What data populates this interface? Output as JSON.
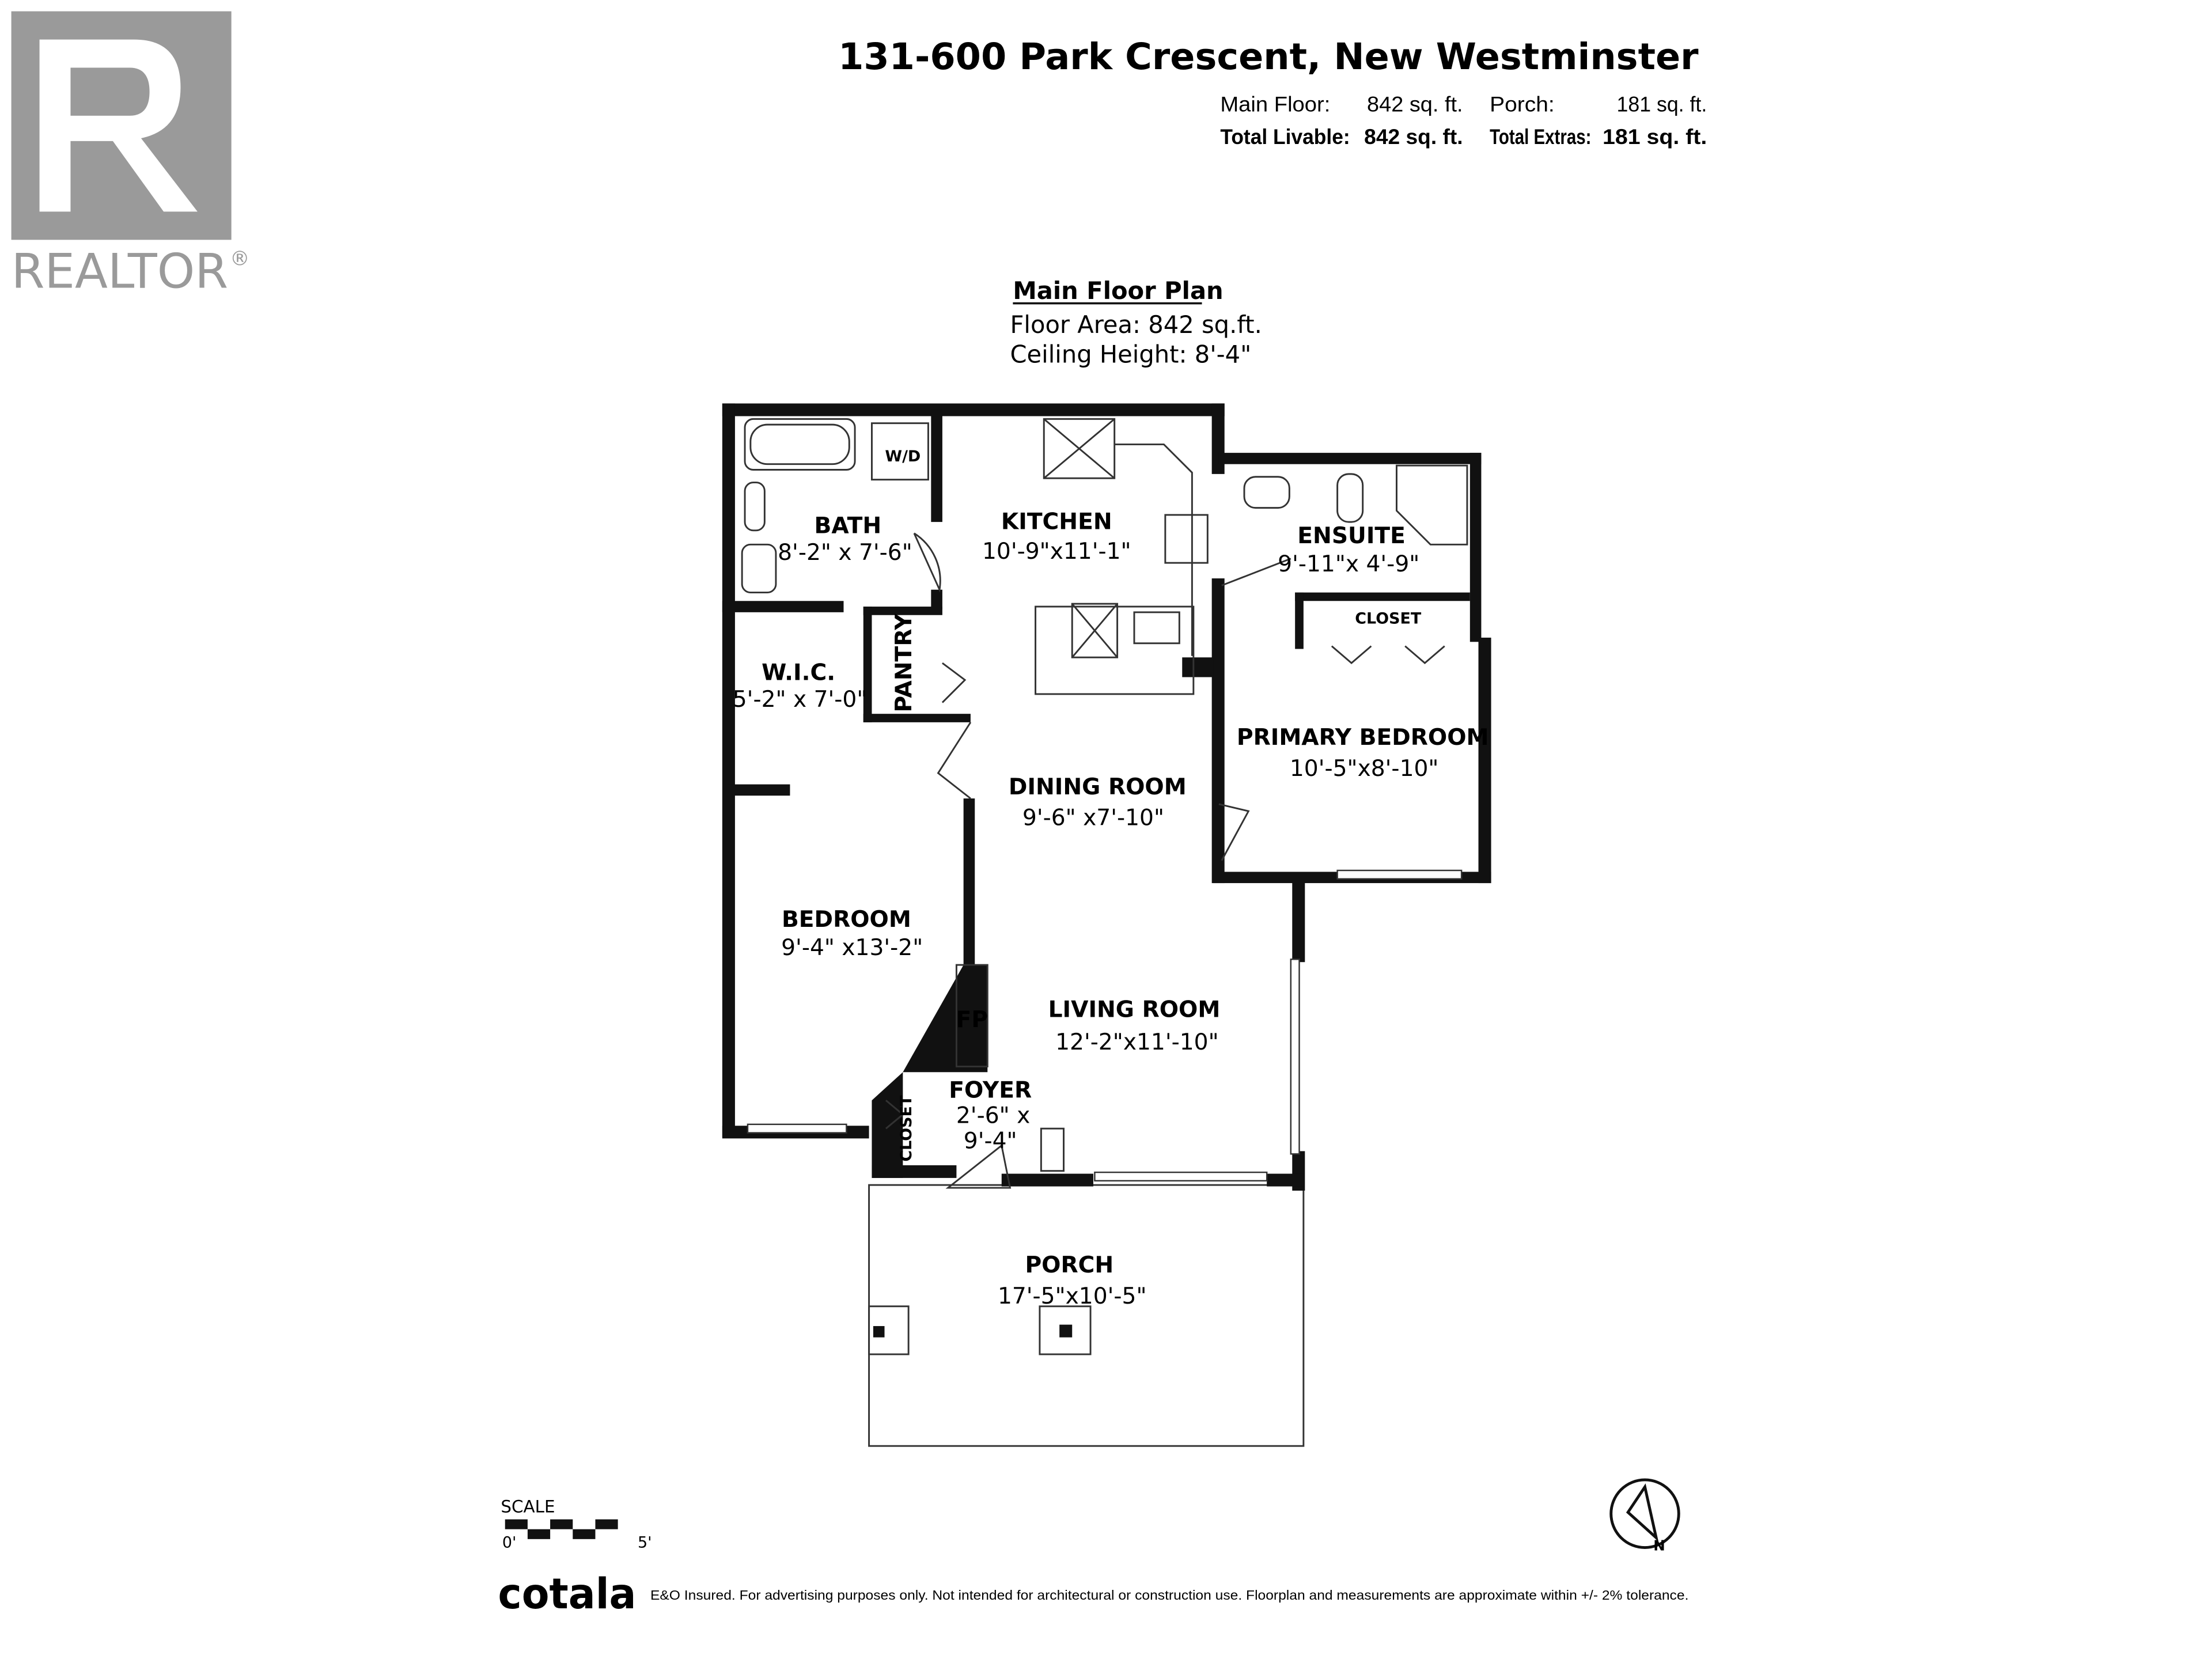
{
  "logo": {
    "text": "REALTOR",
    "mark": "®"
  },
  "header": {
    "address": "131-600 Park Crescent, New Westminster",
    "main_floor_label": "Main Floor:",
    "main_floor_value": "842 sq. ft.",
    "porch_label": "Porch:",
    "porch_value": "181 sq. ft.",
    "total_livable_label": "Total Livable:",
    "total_livable_value": "842 sq. ft.",
    "total_extras_label": "Total Extras:",
    "total_extras_value": "181 sq. ft."
  },
  "plan_info": {
    "title": "Main Floor Plan",
    "floor_area": "Floor Area:  842 sq.ft.",
    "ceiling_height": "Ceiling Height: 8'-4\""
  },
  "rooms": {
    "bath": {
      "name": "BATH",
      "dims": "8'-2\" x 7'-6\""
    },
    "wd": {
      "name": "W/D"
    },
    "kitchen": {
      "name": "KITCHEN",
      "dims": "10'-9\"x11'-1\""
    },
    "ensuite": {
      "name": "ENSUITE",
      "dims": "9'-11\"x 4'-9\""
    },
    "closet_primary": {
      "name": "CLOSET"
    },
    "wic": {
      "name": "W.I.C.",
      "dims": "5'-2\" x 7'-0\""
    },
    "pantry": {
      "name": "PANTRY"
    },
    "dining": {
      "name": "DINING ROOM",
      "dims": "9'-6\" x7'-10\""
    },
    "primary_bedroom": {
      "name": "PRIMARY BEDROOM",
      "dims": "10'-5\"x8'-10\""
    },
    "bedroom": {
      "name": "BEDROOM",
      "dims": "9'-4\" x13'-2\""
    },
    "fireplace": {
      "name": "FP"
    },
    "living": {
      "name": "LIVING ROOM",
      "dims": "12'-2\"x11'-10\""
    },
    "foyer": {
      "name": "FOYER",
      "dims_1": "2'-6\" x",
      "dims_2": "9'-4\""
    },
    "closet_foyer": {
      "name": "CLOSET"
    },
    "porch": {
      "name": "PORCH",
      "dims": "17'-5\"x10'-5\""
    }
  },
  "scale": {
    "label": "SCALE",
    "start": "0'",
    "end": "5'"
  },
  "compass": {
    "label": "N"
  },
  "footer": {
    "brand": "cotala",
    "disclaimer": "E&O Insured. For advertising purposes only. Not intended for architectural or construction use. Floorplan and measurements are approximate within +/- 2% tolerance."
  }
}
